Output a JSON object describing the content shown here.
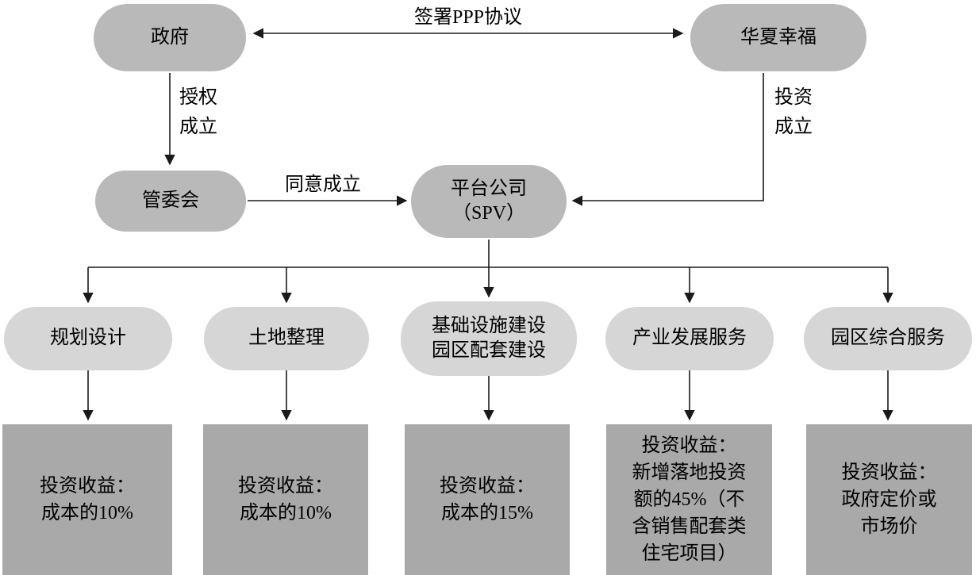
{
  "diagram": {
    "top": {
      "government": "政府",
      "huaxia": "华夏幸福",
      "committee": "管委会",
      "spv": "平台公司\n（SPV）"
    },
    "edges": {
      "ppp": "签署PPP协议",
      "authorize": "授权\n成立",
      "invest": "投资\n成立",
      "agree": "同意成立"
    },
    "services": [
      {
        "label": "规划设计",
        "return": "投资收益：\n成本的10%"
      },
      {
        "label": "土地整理",
        "return": "投资收益：\n成本的10%"
      },
      {
        "label": "基础设施建设\n园区配套建设",
        "return": "投资收益：\n成本的15%"
      },
      {
        "label": "产业发展服务",
        "return": "投资收益：\n新增落地投资\n额的45%（不\n含销售配套类\n住宅项目）"
      },
      {
        "label": "园区综合服务",
        "return": "投资收益：\n政府定价或\n市场价"
      }
    ],
    "colors": {
      "pill_dark": "#b9b9b9",
      "pill_light": "#d6d6d6",
      "box_gray": "#a9a9a9",
      "line": "#1a1a1a"
    }
  }
}
